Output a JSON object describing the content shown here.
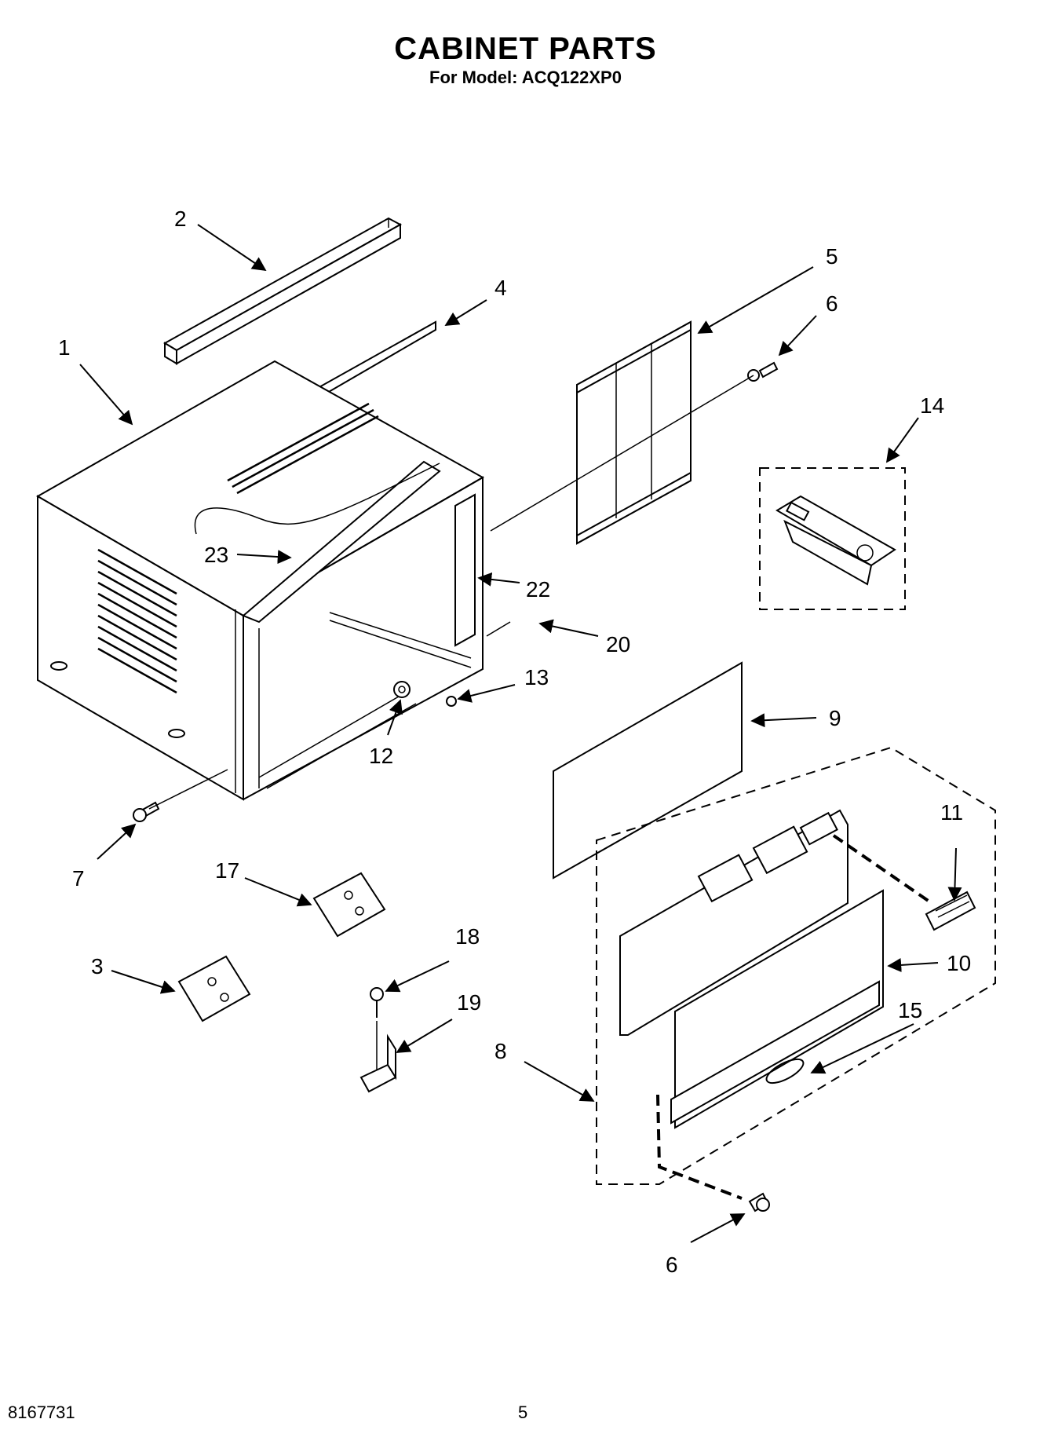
{
  "header": {
    "title": "CABINET PARTS",
    "subtitle": "For Model: ACQ122XP0"
  },
  "footer": {
    "doc_number": "8167731",
    "page_number": "5"
  },
  "callouts": {
    "c1": "1",
    "c2": "2",
    "c3": "3",
    "c4": "4",
    "c5": "5",
    "c6a": "6",
    "c6b": "6",
    "c7": "7",
    "c8": "8",
    "c9": "9",
    "c10": "10",
    "c11": "11",
    "c12": "12",
    "c13": "13",
    "c14": "14",
    "c15": "15",
    "c17": "17",
    "c18": "18",
    "c19": "19",
    "c20": "20",
    "c22": "22",
    "c23": "23"
  }
}
